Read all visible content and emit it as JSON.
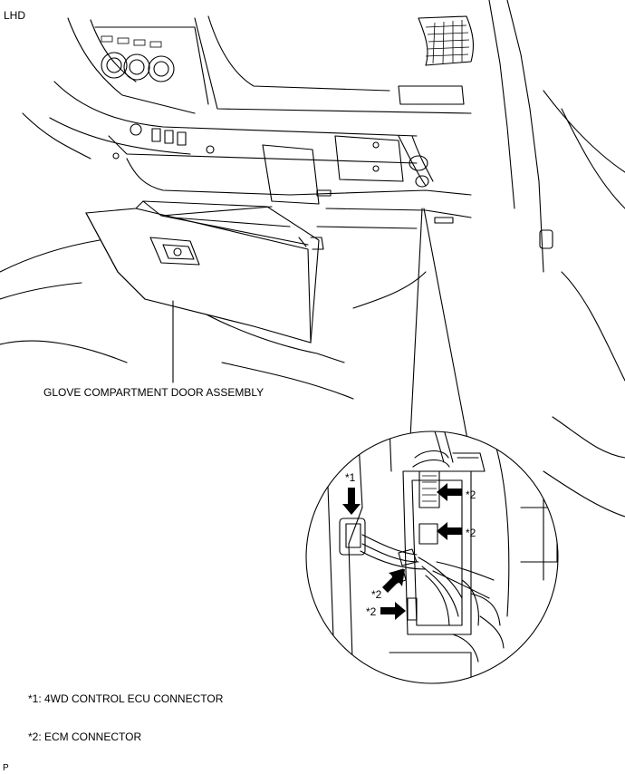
{
  "header": {
    "variant": "LHD"
  },
  "labels": {
    "glove_door": "GLOVE COMPARTMENT DOOR ASSEMBLY",
    "callout_1": "*1",
    "callout_2": "*2"
  },
  "legend": [
    {
      "text": "*1: 4WD CONTROL ECU CONNECTOR"
    },
    {
      "text": "*2: ECM CONNECTOR"
    }
  ],
  "footer": {
    "code": "P"
  }
}
